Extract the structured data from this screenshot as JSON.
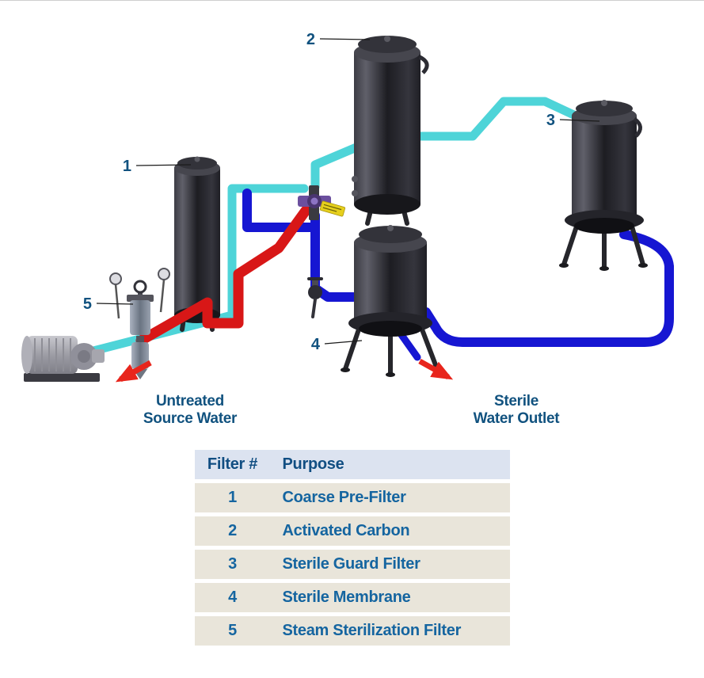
{
  "colors": {
    "pipe_cyan": "#4ED4D8",
    "pipe_blue": "#1616D2",
    "pipe_red": "#D81717",
    "arrow_red": "#E8251C",
    "label_blue": "#11527F",
    "leader_line": "#1B1B1B",
    "table_header_bg": "#DCE3F0",
    "table_row_bg": "#E9E5DA",
    "table_text": "#1565A0",
    "table_header_text": "#114E82"
  },
  "diagram": {
    "callouts": [
      {
        "num": "1"
      },
      {
        "num": "2"
      },
      {
        "num": "3"
      },
      {
        "num": "4"
      },
      {
        "num": "5"
      }
    ],
    "inlet_label_line1": "Untreated",
    "inlet_label_line2": "Source Water",
    "outlet_label_line1": "Sterile",
    "outlet_label_line2": "Water Outlet"
  },
  "table": {
    "headers": {
      "filter": "Filter #",
      "purpose": "Purpose"
    },
    "rows": [
      {
        "num": "1",
        "purpose": "Coarse Pre-Filter"
      },
      {
        "num": "2",
        "purpose": "Activated Carbon"
      },
      {
        "num": "3",
        "purpose": "Sterile Guard Filter"
      },
      {
        "num": "4",
        "purpose": "Sterile Membrane"
      },
      {
        "num": "5",
        "purpose": "Steam Sterilization Filter"
      }
    ]
  }
}
